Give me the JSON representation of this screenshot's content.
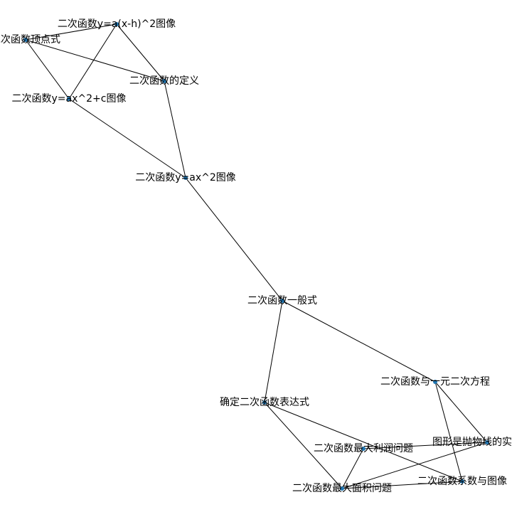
{
  "graph": {
    "node_color": "#1f77b4",
    "edge_color": "#000000",
    "nodes": [
      {
        "id": "n1",
        "label": "二次函数y=a(x-h)^2图像"
      },
      {
        "id": "n2",
        "label": "二次函数顶点式"
      },
      {
        "id": "n3",
        "label": "二次函数的定义"
      },
      {
        "id": "n4",
        "label": "二次函数y=ax^2+c图像"
      },
      {
        "id": "n5",
        "label": "二次函数y=ax^2图像"
      },
      {
        "id": "n6",
        "label": "二次函数一般式"
      },
      {
        "id": "n7",
        "label": "二次函数与一元二次方程"
      },
      {
        "id": "n8",
        "label": "确定二次函数表达式"
      },
      {
        "id": "n9",
        "label": "图形是抛物线的实际问题"
      },
      {
        "id": "n10",
        "label": "二次函数最大利润问题"
      },
      {
        "id": "n11",
        "label": "二次函数系数与图像"
      },
      {
        "id": "n12",
        "label": "二次函数最大面积问题"
      }
    ],
    "edges": [
      [
        "n1",
        "n2"
      ],
      [
        "n1",
        "n3"
      ],
      [
        "n1",
        "n4"
      ],
      [
        "n2",
        "n3"
      ],
      [
        "n2",
        "n4"
      ],
      [
        "n3",
        "n5"
      ],
      [
        "n4",
        "n5"
      ],
      [
        "n5",
        "n6"
      ],
      [
        "n6",
        "n7"
      ],
      [
        "n6",
        "n8"
      ],
      [
        "n7",
        "n9"
      ],
      [
        "n7",
        "n11"
      ],
      [
        "n8",
        "n11"
      ],
      [
        "n8",
        "n12"
      ],
      [
        "n10",
        "n9"
      ],
      [
        "n10",
        "n12"
      ],
      [
        "n12",
        "n9"
      ],
      [
        "n12",
        "n11"
      ]
    ]
  }
}
